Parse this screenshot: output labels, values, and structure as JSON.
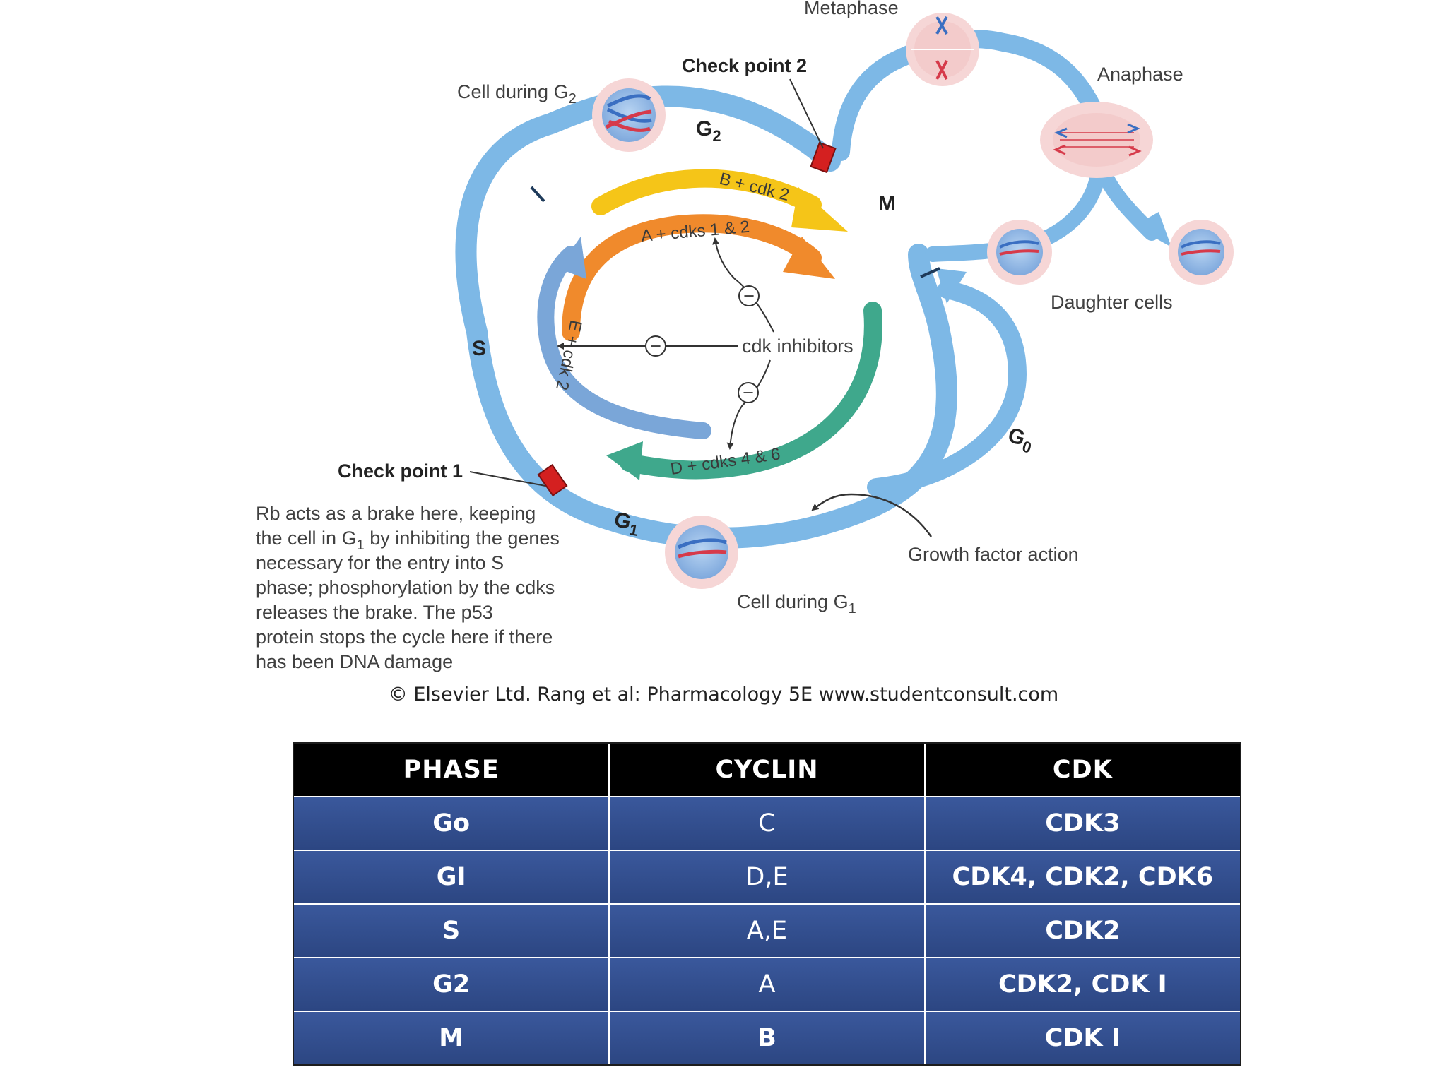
{
  "diagram": {
    "phases": {
      "g1": "G",
      "g1_sub": "1",
      "s": "S",
      "g2": "G",
      "g2_sub": "2",
      "m": "M",
      "g0": "G",
      "g0_sub": "0"
    },
    "labels": {
      "metaphase": "Metaphase",
      "anaphase": "Anaphase",
      "daughter_cells": "Daughter cells",
      "cell_g2": "Cell during G",
      "cell_g2_sub": "2",
      "cell_g1": "Cell during G",
      "cell_g1_sub": "1",
      "checkpoint2": "Check point 2",
      "checkpoint1": "Check point 1",
      "cdk_inhibitors": "cdk inhibitors",
      "growth_factor": "Growth factor action"
    },
    "enzymes": {
      "b_cdk2": "B + cdk 2",
      "a_cdks": "A + cdks 1 & 2",
      "e_cdk2": "E + cdk 2",
      "d_cdks": "D + cdks 4 & 6"
    },
    "rb_note": [
      "Rb acts as a brake here, keeping",
      [
        "the cell in G",
        "1",
        " by inhibiting the genes"
      ],
      "necessary for the entry into S",
      "phase; phosphorylation by the cdks",
      "releases the brake.  The p53",
      "protein stops the cycle here if there",
      "has been DNA damage"
    ],
    "inhibit_symbol": "−",
    "credit": "© Elsevier Ltd. Rang et al: Pharmacology 5E www.studentconsult.com",
    "colors": {
      "cycle_ring": "#7db8e6",
      "checkpoint": "#d42020",
      "b_cdk2": "#f5c518",
      "a_cdks": "#f08a2c",
      "e_cdk2": "#7aa6d8",
      "d_cdks": "#3fa88c",
      "cell_halo": "#f6d6d6",
      "chrom_red": "#d63a4a",
      "chrom_blue": "#3a6fc2"
    }
  },
  "table": {
    "headers": [
      "PHASE",
      "CYCLIN",
      "CDK"
    ],
    "rows": [
      [
        "Go",
        "C",
        "CDK3"
      ],
      [
        "GI",
        "D,E",
        "CDK4, CDK2, CDK6"
      ],
      [
        "S",
        "A,E",
        "CDK2"
      ],
      [
        "G2",
        "A",
        "CDK2, CDK I"
      ],
      [
        "M",
        "B",
        "CDK I"
      ]
    ]
  }
}
